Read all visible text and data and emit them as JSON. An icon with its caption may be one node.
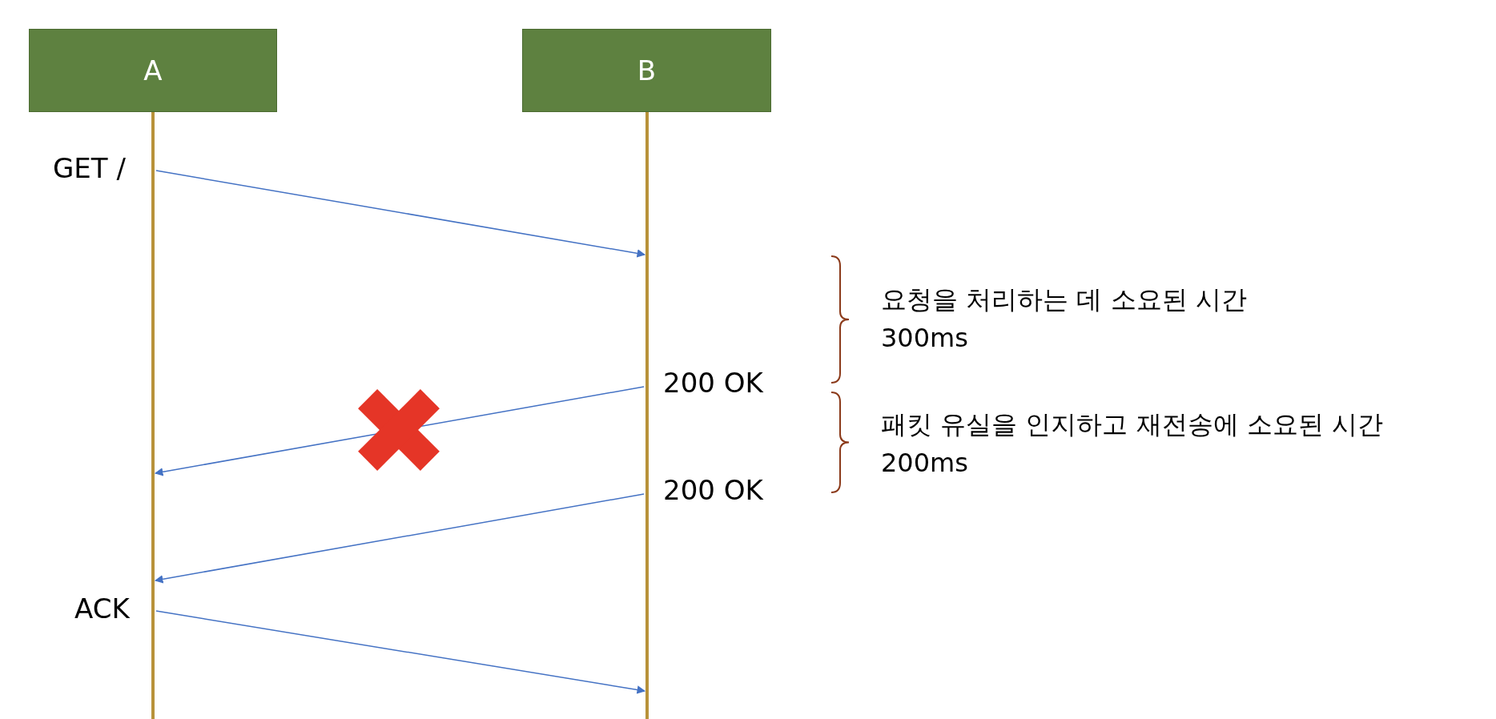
{
  "diagram": {
    "nodes": [
      {
        "text": [
          "A"
        ]
      },
      {
        "text": [
          "B"
        ]
      }
    ],
    "edges": [
      {
        "from": 0,
        "to": 1,
        "arrow": "to",
        "label": "GET /"
      },
      {
        "from": 1,
        "to": 0,
        "arrow": "to",
        "label": "200 OK"
      },
      {
        "from": 1,
        "to": 0,
        "arrow": "to",
        "label": "200 OK"
      },
      {
        "from": 0,
        "to": 1,
        "arrow": "to",
        "label": "ACK"
      }
    ],
    "labels": [
      "요청을 처리하는 데 소요된 시간 300ms",
      "패킷 유실을 인지하고 재전송에 소요된 시간 200ms"
    ]
  }
}
